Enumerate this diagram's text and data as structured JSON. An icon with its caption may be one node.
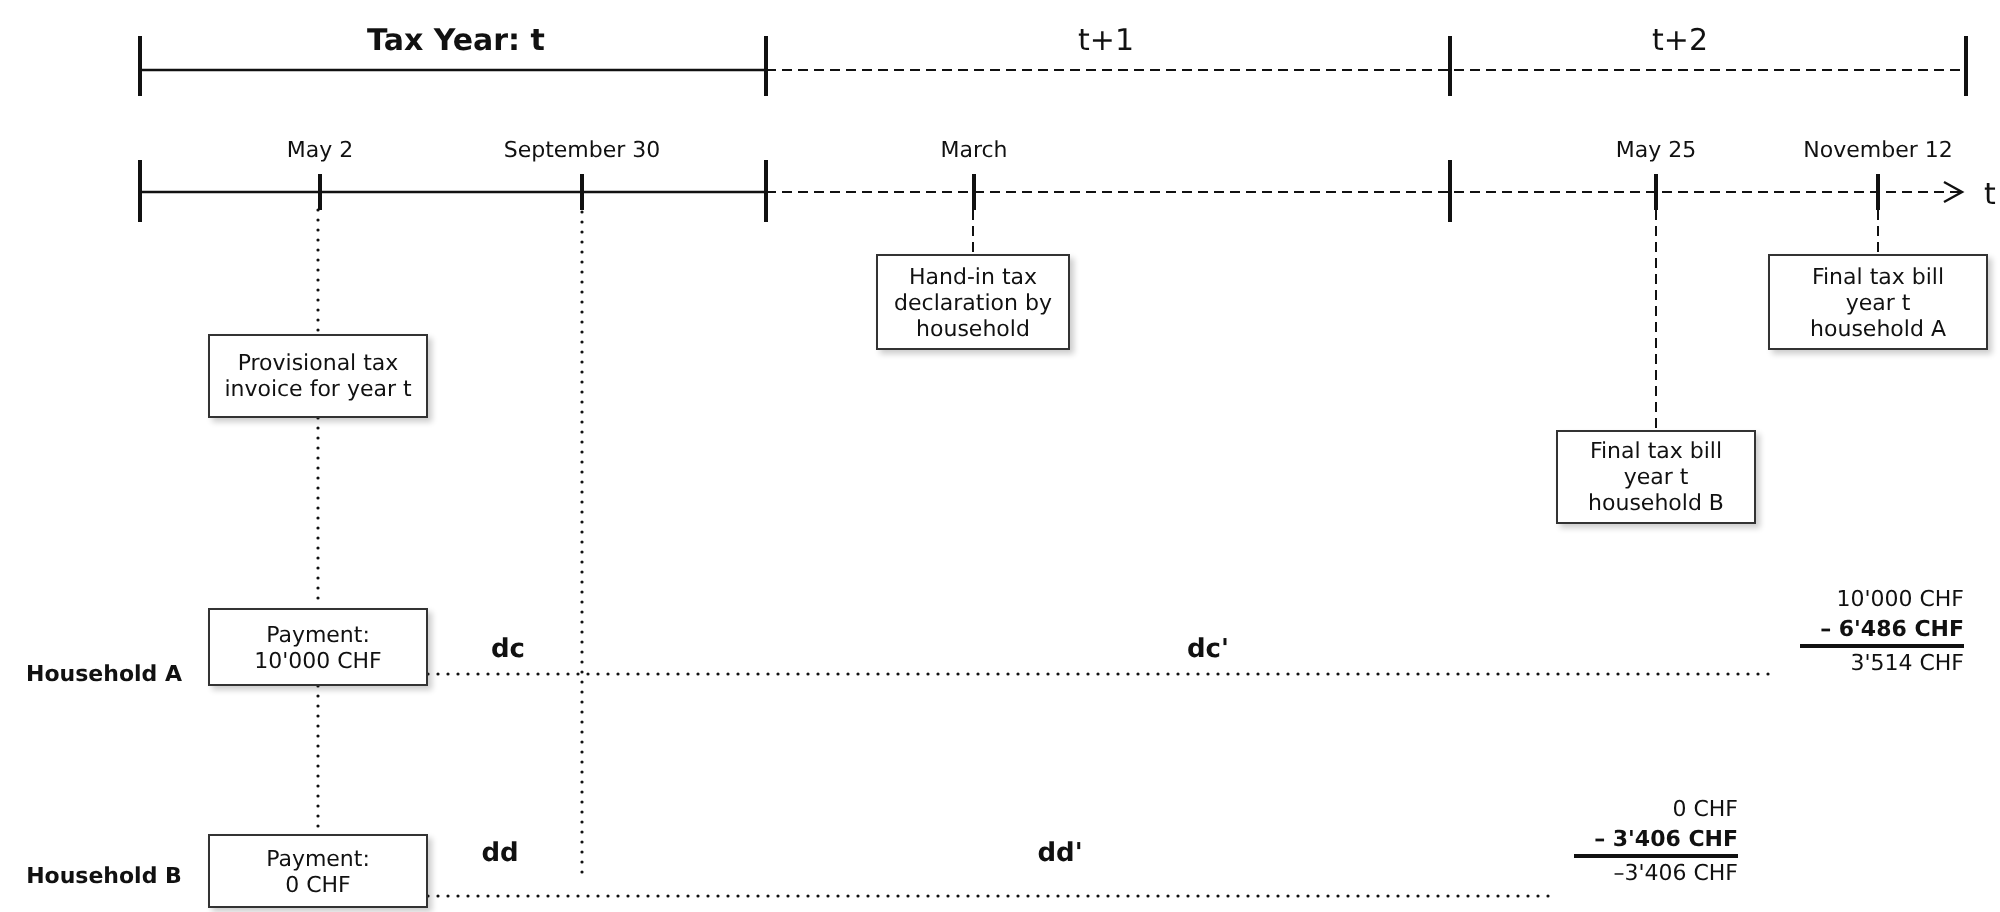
{
  "diagram": {
    "nodes": [
      {
        "text": [
          "Provisional tax invoice for year t"
        ]
      },
      {
        "text": [
          "Hand-in tax declaration by household"
        ]
      },
      {
        "text": [
          "Final tax bill year t household A"
        ]
      },
      {
        "text": [
          "Final tax bill year t household B"
        ]
      },
      {
        "text": [
          "Payment: 10'000 CHF"
        ],
        "beside": [
          "Household A"
        ]
      },
      {
        "text": [
          "Payment: 0 CHF"
        ],
        "beside": [
          "Household B"
        ]
      },
      {
        "text": [
          "10'000 CHF",
          "– 6'486 CHF",
          "3'514 CHF"
        ]
      },
      {
        "text": [
          "0 CHF",
          "– 3'406 CHF",
          "–3'406 CHF"
        ]
      }
    ],
    "edges": [
      {
        "from": null,
        "to": 0,
        "arrow": "none"
      },
      {
        "from": 0,
        "to": 4,
        "arrow": "none"
      },
      {
        "from": 4,
        "to": 5,
        "arrow": "none"
      },
      {
        "from": null,
        "to": 1,
        "arrow": "none",
        "style": "dashed"
      },
      {
        "from": null,
        "to": 3,
        "arrow": "none",
        "style": "dashed"
      },
      {
        "from": null,
        "to": 2,
        "arrow": "none",
        "style": "dashed"
      },
      {
        "from": 4,
        "to": 6,
        "arrow": "none"
      },
      {
        "from": 5,
        "to": 7,
        "arrow": "none"
      }
    ],
    "labels": [
      "Tax Year: t",
      "t+1",
      "t+2",
      "May 2",
      "September 30",
      "March",
      "May 25",
      "November 12",
      "t",
      "dc",
      "dc'",
      "dd",
      "dd'"
    ]
  }
}
